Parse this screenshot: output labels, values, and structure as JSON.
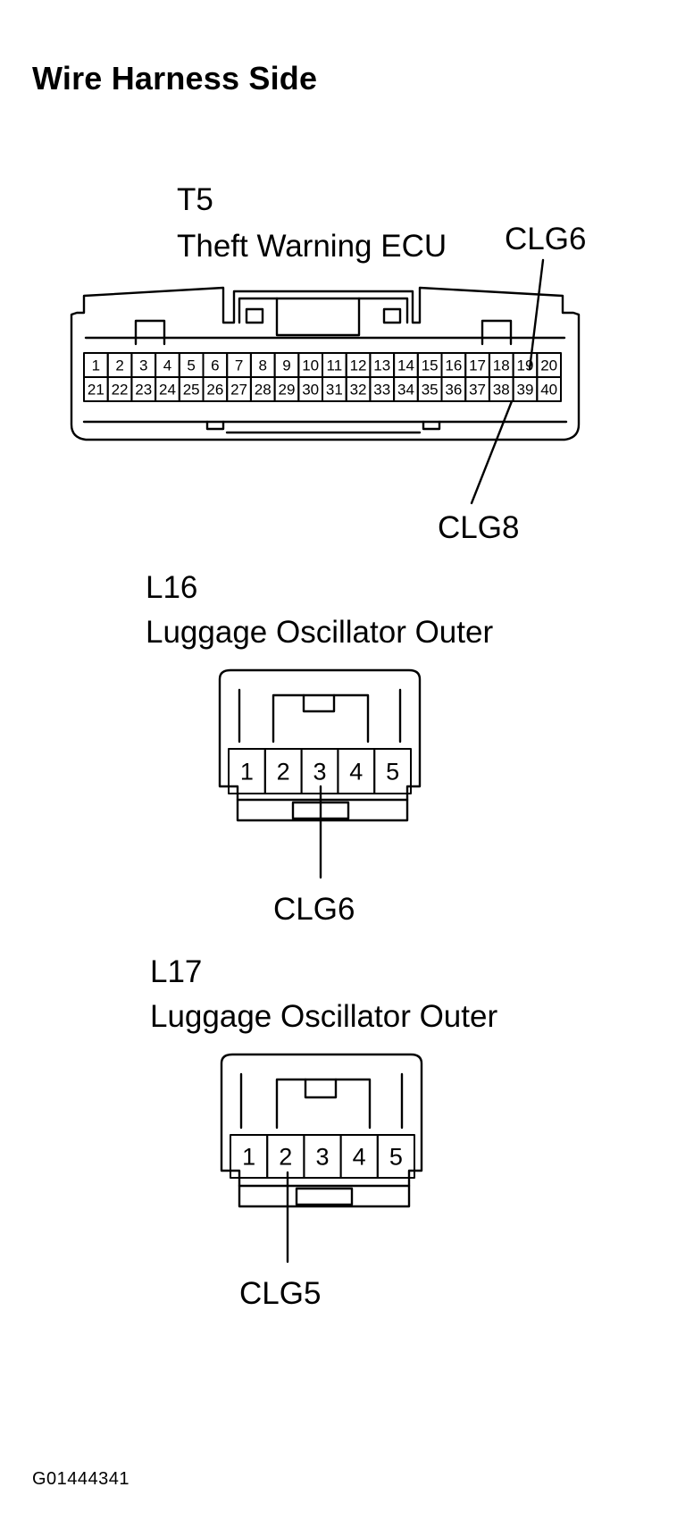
{
  "heading": "Wire Harness Side",
  "figure_code": "G01444341",
  "connectors": {
    "t5": {
      "code": "T5",
      "name": "Theft Warning ECU",
      "pins_top": [
        "1",
        "2",
        "3",
        "4",
        "5",
        "6",
        "7",
        "8",
        "9",
        "10",
        "11",
        "12",
        "13",
        "14",
        "15",
        "16",
        "17",
        "18",
        "19",
        "20"
      ],
      "pins_bottom": [
        "21",
        "22",
        "23",
        "24",
        "25",
        "26",
        "27",
        "28",
        "29",
        "30",
        "31",
        "32",
        "33",
        "34",
        "35",
        "36",
        "37",
        "38",
        "39",
        "40"
      ],
      "callouts": [
        {
          "signal": "CLG6",
          "pin": "19"
        },
        {
          "signal": "CLG8",
          "pin": "39"
        }
      ]
    },
    "l16": {
      "code": "L16",
      "name": "Luggage Oscillator Outer",
      "pins": [
        "1",
        "2",
        "3",
        "4",
        "5"
      ],
      "callout": {
        "signal": "CLG6",
        "pin": "3"
      }
    },
    "l17": {
      "code": "L17",
      "name": "Luggage Oscillator Outer",
      "pins": [
        "1",
        "2",
        "3",
        "4",
        "5"
      ],
      "callout": {
        "signal": "CLG5",
        "pin": "2"
      }
    }
  }
}
